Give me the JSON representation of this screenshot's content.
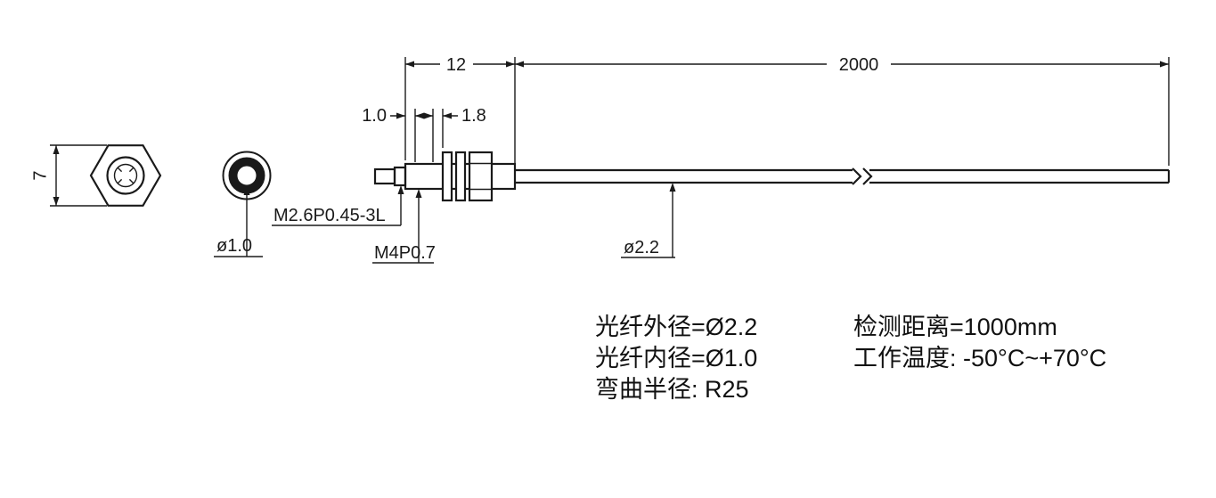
{
  "drawing": {
    "dim_nut_across_flats": "7",
    "dim_core_dia": "ø1.0",
    "dim_tip_collar": "1.0",
    "dim_nut_thickness": "1.8",
    "dim_head_length": "12",
    "dim_cable_length": "2000",
    "dim_cable_dia": "ø2.2",
    "label_tip_thread": "M2.6P0.45-3L",
    "label_body_thread": "M4P0.7"
  },
  "specs": {
    "left": [
      "光纤外径=Ø2.2",
      "光纤内径=Ø1.0",
      "弯曲半径: R25"
    ],
    "right": [
      "检测距离=1000mm",
      "工作温度: -50°C~+70°C"
    ]
  },
  "colors": {
    "line": "#1a1a1a",
    "background": "#ffffff"
  }
}
